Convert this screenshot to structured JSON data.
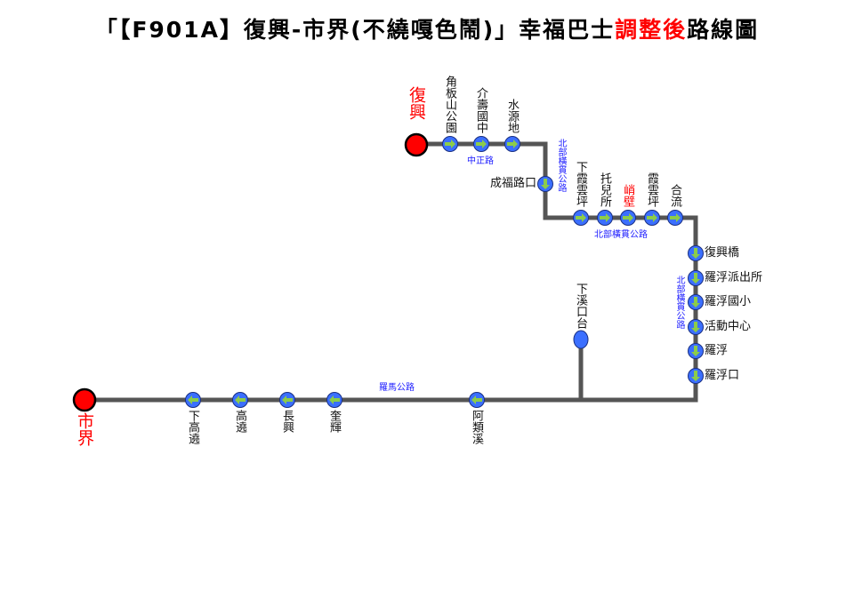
{
  "title": {
    "prefix": "「【F901A】復興-市界(不繞嘎色鬧)」幸福巴士",
    "highlight": "調整後",
    "suffix": "路線圖"
  },
  "colors": {
    "line": "#555555",
    "stop": "#3b6fff",
    "arrow": "#8ccc4a",
    "terminal": "#ff0000",
    "road": "#1a1aff",
    "highlight": "#ff0000"
  },
  "terminals": {
    "start": "復興",
    "end": "市界"
  },
  "roads": [
    "中正路",
    "北部橫貫公路",
    "北部橫貫公路",
    "北部橫貫公路",
    "羅馬公路"
  ],
  "stops": [
    {
      "name": "角板山公園",
      "direction": "right"
    },
    {
      "name": "介壽國中",
      "direction": "right"
    },
    {
      "name": "水源地",
      "direction": "right"
    },
    {
      "name": "成福路口",
      "direction": "down"
    },
    {
      "name": "下霞雲坪",
      "direction": "right"
    },
    {
      "name": "托兒所",
      "direction": "right"
    },
    {
      "name": "峭壁",
      "direction": "right",
      "highlight": true
    },
    {
      "name": "霞雲坪",
      "direction": "right"
    },
    {
      "name": "合流",
      "direction": "right"
    },
    {
      "name": "復興橋",
      "direction": "down"
    },
    {
      "name": "羅浮派出所",
      "direction": "down"
    },
    {
      "name": "羅浮國小",
      "direction": "down"
    },
    {
      "name": "活動中心",
      "direction": "down"
    },
    {
      "name": "羅浮",
      "direction": "down"
    },
    {
      "name": "羅浮口",
      "direction": "down"
    },
    {
      "name": "阿類溪",
      "direction": "left"
    },
    {
      "name": "奎輝",
      "direction": "left"
    },
    {
      "name": "長興",
      "direction": "left"
    },
    {
      "name": "高遶",
      "direction": "left"
    },
    {
      "name": "下高遶",
      "direction": "left"
    },
    {
      "name": "下溪口台",
      "direction": "none"
    }
  ]
}
